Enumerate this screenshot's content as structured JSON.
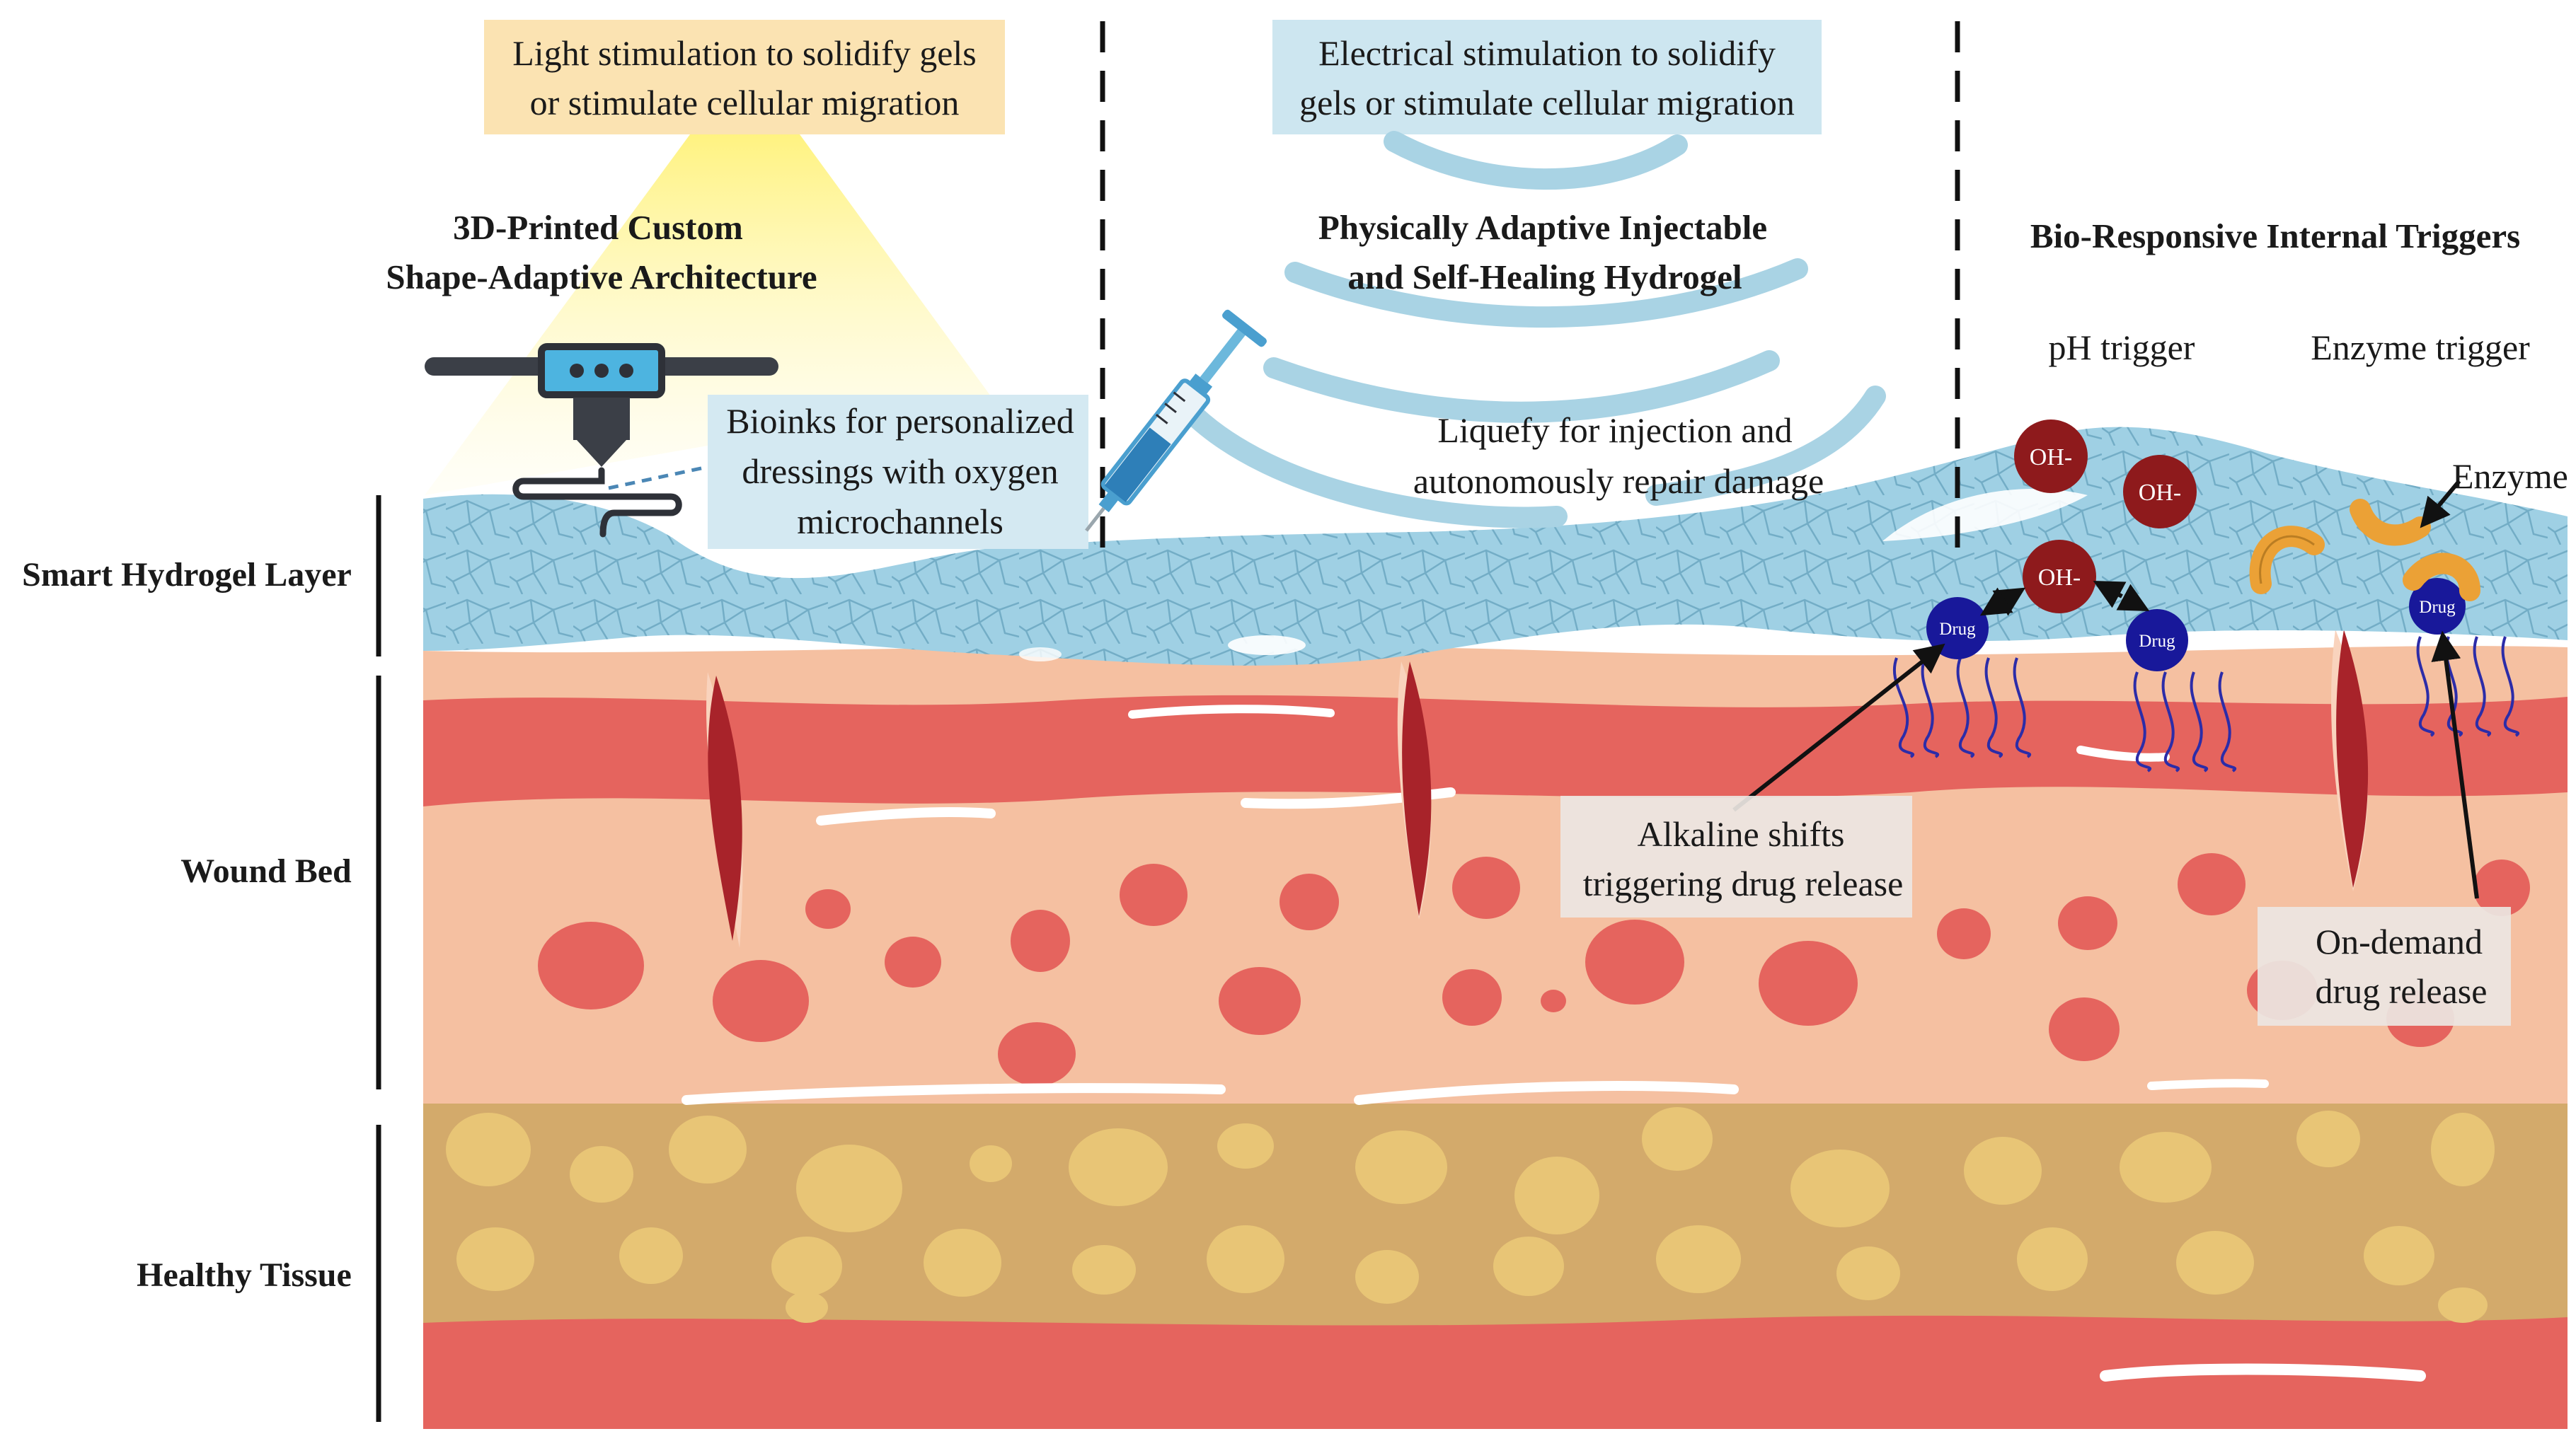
{
  "side_labels": {
    "hydrogel": "Smart Hydrogel Layer",
    "wound": "Wound Bed",
    "healthy": "Healthy Tissue"
  },
  "panel_left": {
    "banner_line1": "Light stimulation to solidify gels",
    "banner_line2": "or stimulate cellular migration",
    "title_line1": "3D-Printed Custom",
    "title_line2": "Shape-Adaptive Architecture",
    "bioink_line1": "Bioinks for personalized",
    "bioink_line2": "dressings with oxygen",
    "bioink_line3": "microchannels"
  },
  "panel_middle": {
    "banner_line1": "Electrical stimulation to solidify",
    "banner_line2": "gels or stimulate cellular migration",
    "title_line1": "Physically Adaptive Injectable",
    "title_line2": "and Self-Healing Hydrogel",
    "inject_line1": "Liquefy for injection and",
    "inject_line2": "autonomously repair damage"
  },
  "panel_right": {
    "title": "Bio-Responsive Internal Triggers",
    "ph_trigger": "pH trigger",
    "enzyme_trigger": "Enzyme trigger",
    "enzyme_label": "Enzyme",
    "ion_label": "OH-",
    "drug_label": "Drug",
    "alkaline_line1": "Alkaline shifts",
    "alkaline_line2": "triggering drug release",
    "ondemand_line1": "On-demand",
    "ondemand_line2": "drug release"
  },
  "colors": {
    "hydrogel": "#9fd0e4",
    "skin_light": "#f5c0a1",
    "skin_red": "#e5645e",
    "fat": "#d3aa6b",
    "fat_blob": "#e8c576",
    "wound": "#a8232a",
    "ion": "#8e1a1c",
    "drug": "#18189a",
    "enzyme": "#eba136",
    "light_banner": "#fbe3b2",
    "electric_banner": "#cde6f0"
  }
}
